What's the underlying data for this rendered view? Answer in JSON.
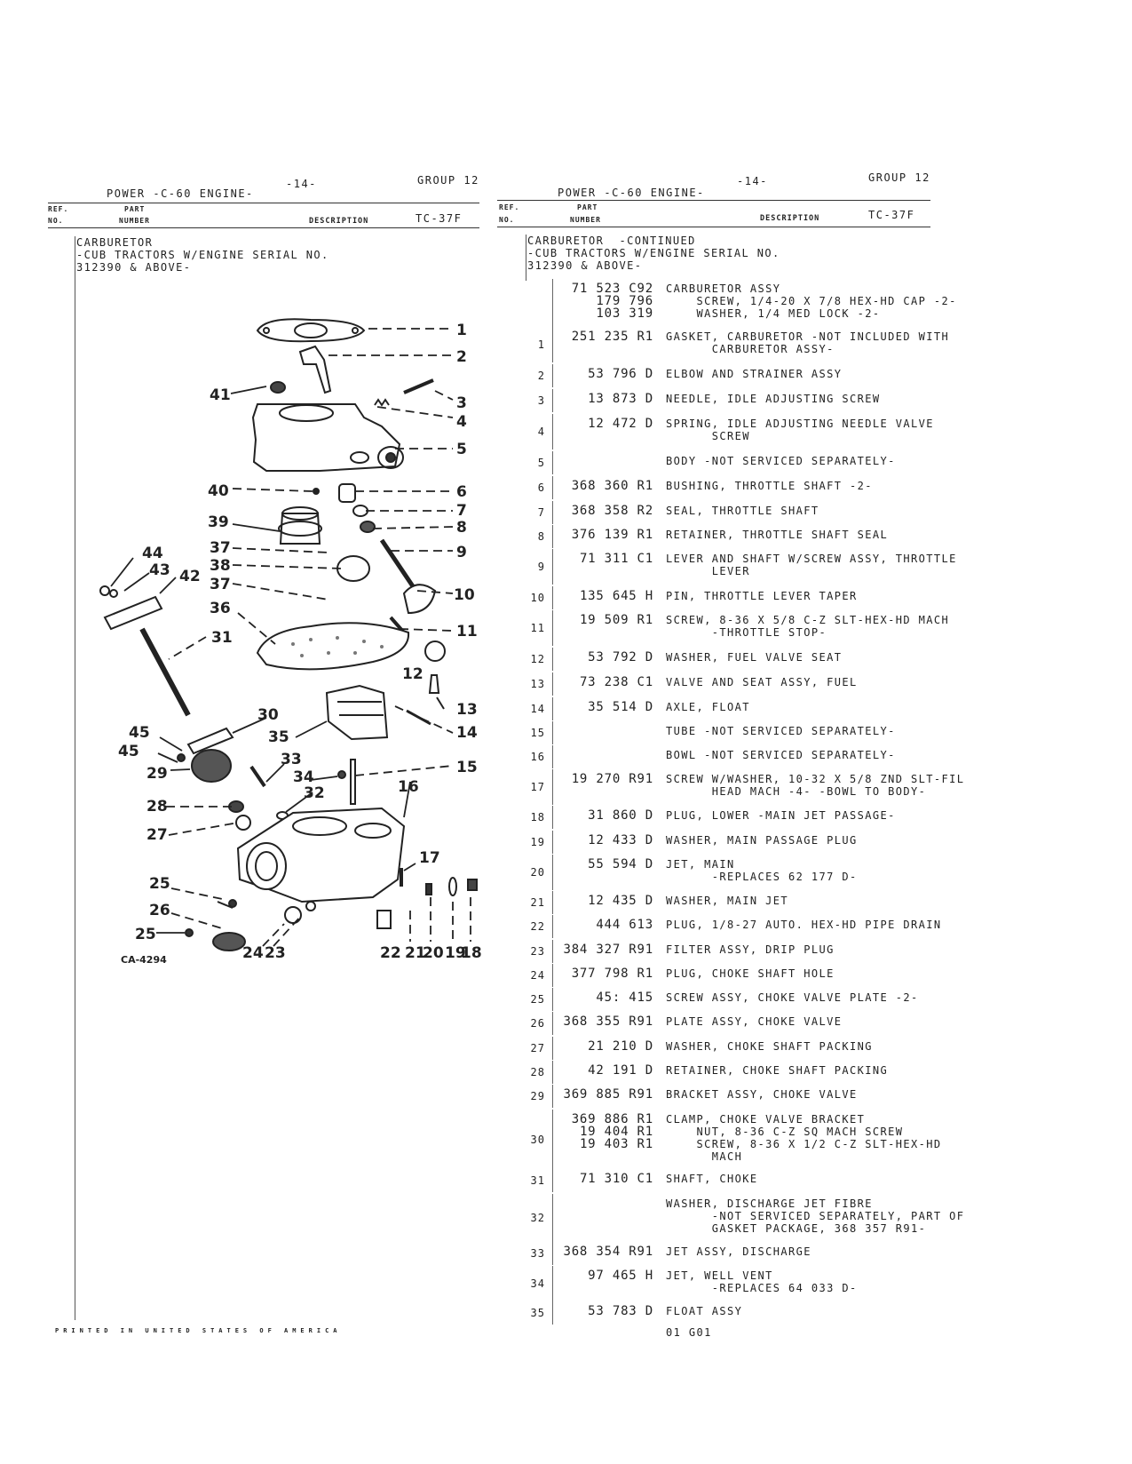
{
  "left": {
    "page_num": "-14-",
    "group": "GROUP 12",
    "title": "POWER -C-60 ENGINE-",
    "col_ref": "REF.",
    "col_no": "NO.",
    "col_part": "PART",
    "col_number": "NUMBER",
    "col_desc": "DESCRIPTION",
    "code": "TC-37F",
    "intro": [
      "CARBURETOR",
      "-CUB TRACTORS W/ENGINE SERIAL NO.",
      "312390 & ABOVE-"
    ],
    "diagram_code": "CA-4294",
    "footer": "PRINTED IN UNITED STATES OF AMERICA"
  },
  "right": {
    "page_num": "-14-",
    "group": "GROUP 12",
    "title": "POWER -C-60 ENGINE-",
    "col_ref": "REF.",
    "col_no": "NO.",
    "col_part": "PART",
    "col_number": "NUMBER",
    "col_desc": "DESCRIPTION",
    "code": "TC-37F",
    "intro": [
      "CARBURETOR  -CONTINUED",
      "-CUB TRACTORS W/ENGINE SERIAL NO.",
      "312390 & ABOVE-"
    ],
    "footer_code": "01 G01",
    "rows": [
      {
        "ref": "",
        "parts": [
          "71 523 C92",
          "179 796",
          "103 319"
        ],
        "desc": [
          "CARBURETOR ASSY",
          "    SCREW, 1/4-20 X 7/8 HEX-HD CAP -2-",
          "    WASHER, 1/4 MED LOCK -2-"
        ]
      },
      {
        "ref": "1",
        "parts": [
          "251 235 R1"
        ],
        "desc": [
          "GASKET, CARBURETOR -NOT INCLUDED WITH",
          "      CARBURETOR ASSY-"
        ]
      },
      {
        "ref": "2",
        "parts": [
          "53 796 D"
        ],
        "desc": [
          "ELBOW AND STRAINER ASSY"
        ]
      },
      {
        "ref": "3",
        "parts": [
          "13 873 D"
        ],
        "desc": [
          "NEEDLE, IDLE ADJUSTING SCREW"
        ]
      },
      {
        "ref": "4",
        "parts": [
          "12 472 D"
        ],
        "desc": [
          "SPRING, IDLE ADJUSTING NEEDLE VALVE",
          "      SCREW"
        ]
      },
      {
        "ref": "5",
        "parts": [
          ""
        ],
        "desc": [
          "BODY -NOT SERVICED SEPARATELY-"
        ]
      },
      {
        "ref": "6",
        "parts": [
          "368 360 R1"
        ],
        "desc": [
          "BUSHING, THROTTLE SHAFT -2-"
        ]
      },
      {
        "ref": "7",
        "parts": [
          "368 358 R2"
        ],
        "desc": [
          "SEAL, THROTTLE SHAFT"
        ]
      },
      {
        "ref": "8",
        "parts": [
          "376 139 R1"
        ],
        "desc": [
          "RETAINER, THROTTLE SHAFT SEAL"
        ]
      },
      {
        "ref": "9",
        "parts": [
          "71 311 C1"
        ],
        "desc": [
          "LEVER AND SHAFT W/SCREW ASSY, THROTTLE",
          "      LEVER"
        ]
      },
      {
        "ref": "10",
        "parts": [
          "135 645 H"
        ],
        "desc": [
          "PIN, THROTTLE LEVER TAPER"
        ]
      },
      {
        "ref": "11",
        "parts": [
          "19 509 R1"
        ],
        "desc": [
          "SCREW, 8-36 X 5/8 C-Z SLT-HEX-HD MACH",
          "      -THROTTLE STOP-"
        ]
      },
      {
        "ref": "12",
        "parts": [
          "53 792 D"
        ],
        "desc": [
          "WASHER, FUEL VALVE SEAT"
        ]
      },
      {
        "ref": "13",
        "parts": [
          "73 238 C1"
        ],
        "desc": [
          "VALVE AND SEAT ASSY, FUEL"
        ]
      },
      {
        "ref": "14",
        "parts": [
          "35 514 D"
        ],
        "desc": [
          "AXLE, FLOAT"
        ]
      },
      {
        "ref": "15",
        "parts": [
          ""
        ],
        "desc": [
          "TUBE -NOT SERVICED SEPARATELY-"
        ]
      },
      {
        "ref": "16",
        "parts": [
          ""
        ],
        "desc": [
          "BOWL -NOT SERVICED SEPARATELY-"
        ]
      },
      {
        "ref": "17",
        "parts": [
          "19 270 R91"
        ],
        "desc": [
          "SCREW W/WASHER, 10-32 X 5/8 ZND SLT-FIL",
          "      HEAD MACH -4- -BOWL TO BODY-"
        ]
      },
      {
        "ref": "18",
        "parts": [
          "31 860 D"
        ],
        "desc": [
          "PLUG, LOWER -MAIN JET PASSAGE-"
        ]
      },
      {
        "ref": "19",
        "parts": [
          "12 433 D"
        ],
        "desc": [
          "WASHER, MAIN PASSAGE PLUG"
        ]
      },
      {
        "ref": "20",
        "parts": [
          "55 594 D"
        ],
        "desc": [
          "JET, MAIN",
          "      -REPLACES 62 177 D-"
        ]
      },
      {
        "ref": "21",
        "parts": [
          "12 435 D"
        ],
        "desc": [
          "WASHER, MAIN JET"
        ]
      },
      {
        "ref": "22",
        "parts": [
          "444 613"
        ],
        "desc": [
          "PLUG, 1/8-27 AUTO. HEX-HD PIPE DRAIN"
        ]
      },
      {
        "ref": "23",
        "parts": [
          "384 327 R91"
        ],
        "desc": [
          "FILTER ASSY, DRIP PLUG"
        ]
      },
      {
        "ref": "24",
        "parts": [
          "377 798 R1"
        ],
        "desc": [
          "PLUG, CHOKE SHAFT HOLE"
        ]
      },
      {
        "ref": "25",
        "parts": [
          "45: 415"
        ],
        "desc": [
          "SCREW ASSY, CHOKE VALVE PLATE -2-"
        ]
      },
      {
        "ref": "26",
        "parts": [
          "368 355 R91"
        ],
        "desc": [
          "PLATE ASSY, CHOKE VALVE"
        ]
      },
      {
        "ref": "27",
        "parts": [
          "21 210 D"
        ],
        "desc": [
          "WASHER, CHOKE SHAFT PACKING"
        ]
      },
      {
        "ref": "28",
        "parts": [
          "42 191 D"
        ],
        "desc": [
          "RETAINER, CHOKE SHAFT PACKING"
        ]
      },
      {
        "ref": "29",
        "parts": [
          "369 885 R91"
        ],
        "desc": [
          "BRACKET ASSY, CHOKE VALVE"
        ]
      },
      {
        "ref": "30",
        "parts": [
          "369 886 R1",
          "19 404 R1",
          "19 403 R1"
        ],
        "desc": [
          "CLAMP, CHOKE VALVE BRACKET",
          "    NUT, 8-36 C-Z SQ MACH SCREW",
          "    SCREW, 8-36 X 1/2 C-Z SLT-HEX-HD",
          "      MACH"
        ]
      },
      {
        "ref": "31",
        "parts": [
          "71 310 C1"
        ],
        "desc": [
          "SHAFT, CHOKE"
        ]
      },
      {
        "ref": "32",
        "parts": [
          ""
        ],
        "desc": [
          "WASHER, DISCHARGE JET FIBRE",
          "      -NOT SERVICED SEPARATELY, PART OF",
          "      GASKET PACKAGE, 368 357 R91-"
        ]
      },
      {
        "ref": "33",
        "parts": [
          "368 354 R91"
        ],
        "desc": [
          "JET ASSY, DISCHARGE"
        ]
      },
      {
        "ref": "34",
        "parts": [
          "97 465 H"
        ],
        "desc": [
          "JET, WELL VENT",
          "      -REPLACES 64 033 D-"
        ]
      },
      {
        "ref": "35",
        "parts": [
          "53 783 D"
        ],
        "desc": [
          "FLOAT ASSY"
        ]
      }
    ]
  },
  "callouts": [
    "1",
    "2",
    "3",
    "4",
    "5",
    "6",
    "7",
    "8",
    "9",
    "10",
    "11",
    "12",
    "13",
    "14",
    "15",
    "16",
    "17",
    "18",
    "19",
    "20",
    "21",
    "22",
    "23",
    "24",
    "25",
    "26",
    "27",
    "28",
    "29",
    "30",
    "31",
    "32",
    "33",
    "34",
    "35",
    "36",
    "37",
    "37",
    "38",
    "39",
    "40",
    "41",
    "42",
    "43",
    "44",
    "45",
    "45"
  ]
}
